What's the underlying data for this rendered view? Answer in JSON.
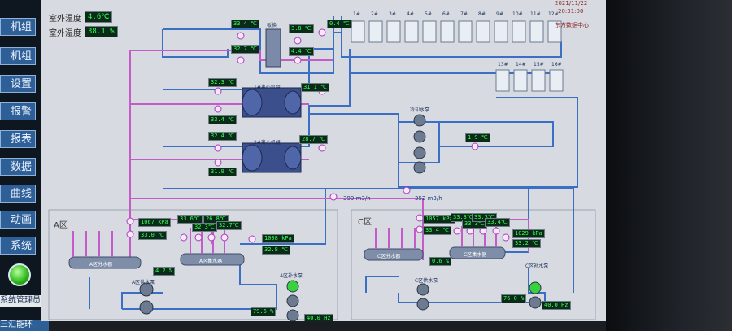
{
  "sidebar": {
    "items": [
      "机组",
      "机组",
      "设置",
      "报警",
      "报表",
      "数据",
      "曲线",
      "动画",
      "系统"
    ],
    "operator": "系统管理员",
    "company": "三汇能环"
  },
  "header": {
    "outdoor_temp_label": "室外温度",
    "outdoor_temp": "4.6℃",
    "outdoor_humidity_label": "室外湿度",
    "outdoor_humidity": "38.1 %",
    "date": "2021/11/22",
    "time": "20:31:00",
    "site": "东方数据中心"
  },
  "plant": {
    "exchanger_label": "板换",
    "top_readouts": [
      "33.4 ℃",
      "32.7 ℃",
      "3.8 ℃",
      "4.4 ℃",
      "0.4 ℃"
    ],
    "chiller1_label": "1#离心机组",
    "chiller2_label": "2#离心机组",
    "chiller1_readouts": [
      "32.3 ℃",
      "33.4 ℃",
      "31.1 ℃"
    ],
    "chiller2_readouts": [
      "32.4 ℃",
      "31.9 ℃",
      "28.7 ℃"
    ],
    "cooling_pump_label": "冷却水泵",
    "mid_readout": "1.9 ℃",
    "flow1": "399 m3/h",
    "flow2": "352 m3/h"
  },
  "area_a": {
    "title": "A区",
    "pressure": "1067 kPa",
    "temp": "33.0 ℃",
    "small_readouts": [
      "33.6℃",
      "32.3℃",
      "26.8℃",
      "32.7℃"
    ],
    "supply_header": "A区分水器",
    "return_header": "A区集水器",
    "pressure2": "1008 kPa",
    "temp2": "32.8 ℃",
    "valve": "4.2 %",
    "pump_group1": "A区供水泵",
    "pump_group2": "A区补水泵",
    "pct": "79.6 %",
    "hz": "40.0 Hz"
  },
  "area_c": {
    "title": "C区",
    "pressure": "1057 kPa",
    "temp": "33.4 ℃",
    "small_readouts": [
      "33.3℃",
      "33.3℃",
      "33.3℃",
      "33.4℃"
    ],
    "supply_header": "C区分水器",
    "return_header": "C区集水器",
    "pressure2": "1029 kPa",
    "temp2": "33.2 ℃",
    "valve": "0.6 %",
    "pump_group1": "C区供水泵",
    "pump_group2": "C区补水泵",
    "pct": "76.0 %",
    "hz": "40.0 Hz"
  },
  "towers": {
    "row1": [
      "1#",
      "2#",
      "3#",
      "4#",
      "5#",
      "6#",
      "7#",
      "8#",
      "9#",
      "10#",
      "11#",
      "12#"
    ],
    "row2": [
      "13#",
      "14#",
      "15#",
      "16#"
    ]
  },
  "colors": {
    "pipe_blue": "#3b6fc4",
    "pipe_pink": "#c55bc8",
    "value_green": "#35ff56",
    "panel_bg": "#d7dbe1"
  }
}
